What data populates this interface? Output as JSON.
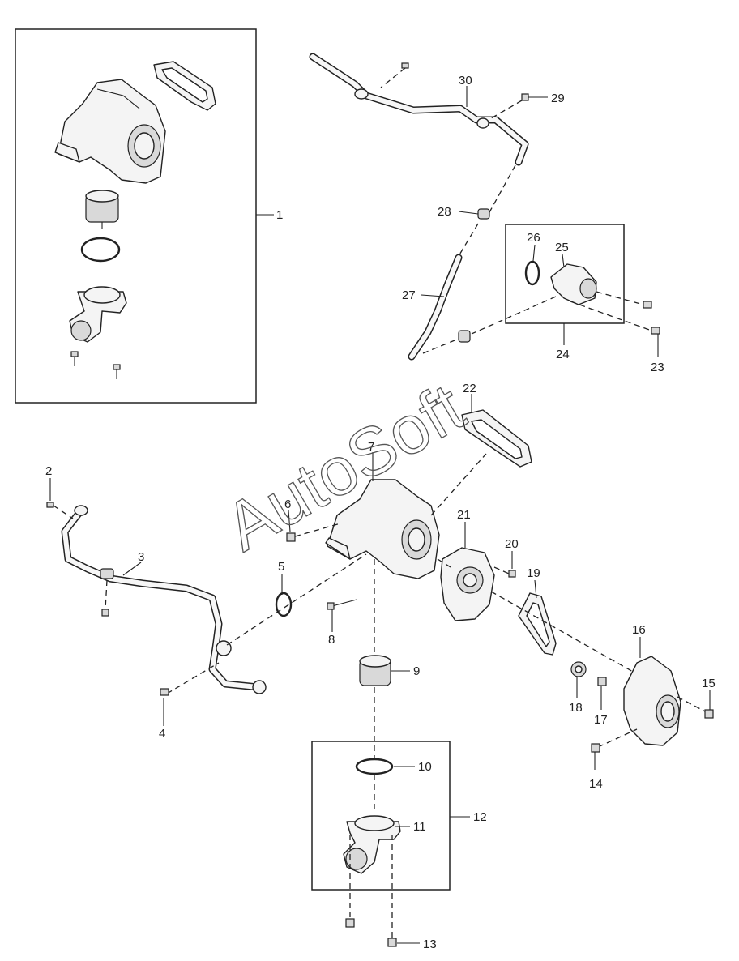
{
  "watermark": "AutoSoft",
  "callouts": [
    {
      "id": "1",
      "text": "1"
    },
    {
      "id": "2",
      "text": "2"
    },
    {
      "id": "3",
      "text": "3"
    },
    {
      "id": "4",
      "text": "4"
    },
    {
      "id": "5",
      "text": "5"
    },
    {
      "id": "6",
      "text": "6"
    },
    {
      "id": "7",
      "text": "7"
    },
    {
      "id": "8",
      "text": "8"
    },
    {
      "id": "9",
      "text": "9"
    },
    {
      "id": "10",
      "text": "10"
    },
    {
      "id": "11",
      "text": "11"
    },
    {
      "id": "12",
      "text": "12"
    },
    {
      "id": "13",
      "text": "13"
    },
    {
      "id": "14",
      "text": "14"
    },
    {
      "id": "15",
      "text": "15"
    },
    {
      "id": "16",
      "text": "16"
    },
    {
      "id": "17",
      "text": "17"
    },
    {
      "id": "18",
      "text": "18"
    },
    {
      "id": "19",
      "text": "19"
    },
    {
      "id": "20",
      "text": "20"
    },
    {
      "id": "21",
      "text": "21"
    },
    {
      "id": "22",
      "text": "22"
    },
    {
      "id": "23",
      "text": "23"
    },
    {
      "id": "24",
      "text": "24"
    },
    {
      "id": "25",
      "text": "25"
    },
    {
      "id": "26",
      "text": "26"
    },
    {
      "id": "27",
      "text": "27"
    },
    {
      "id": "28",
      "text": "28"
    },
    {
      "id": "29",
      "text": "29"
    },
    {
      "id": "30",
      "text": "30"
    }
  ]
}
